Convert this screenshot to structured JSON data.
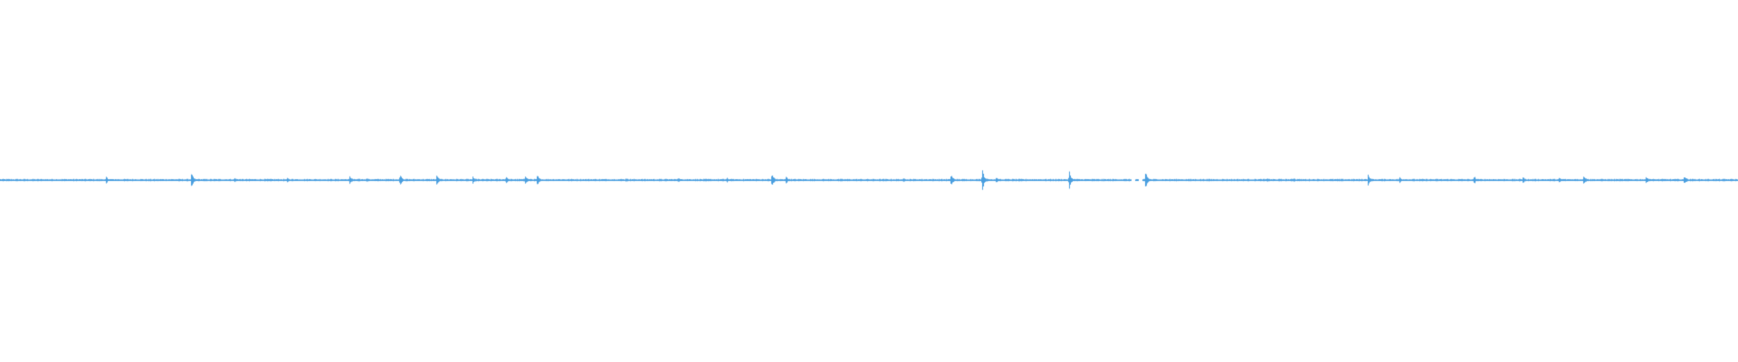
{
  "waveform": {
    "color": "#4a9fe0",
    "background": "#ffffff",
    "baseline_amplitude": 0.005,
    "peaks": [
      {
        "position": 0.061,
        "amplitude": 0.02
      },
      {
        "position": 0.11,
        "amplitude": 0.04
      },
      {
        "position": 0.135,
        "amplitude": 0.015
      },
      {
        "position": 0.165,
        "amplitude": 0.015
      },
      {
        "position": 0.201,
        "amplitude": 0.03
      },
      {
        "position": 0.211,
        "amplitude": 0.015
      },
      {
        "position": 0.23,
        "amplitude": 0.035
      },
      {
        "position": 0.251,
        "amplitude": 0.03
      },
      {
        "position": 0.272,
        "amplitude": 0.025
      },
      {
        "position": 0.291,
        "amplitude": 0.025
      },
      {
        "position": 0.302,
        "amplitude": 0.035
      },
      {
        "position": 0.309,
        "amplitude": 0.03
      },
      {
        "position": 0.36,
        "amplitude": 0.015
      },
      {
        "position": 0.39,
        "amplitude": 0.015
      },
      {
        "position": 0.418,
        "amplitude": 0.015
      },
      {
        "position": 0.444,
        "amplitude": 0.04
      },
      {
        "position": 0.452,
        "amplitude": 0.025
      },
      {
        "position": 0.52,
        "amplitude": 0.015
      },
      {
        "position": 0.547,
        "amplitude": 0.04
      },
      {
        "position": 0.565,
        "amplitude": 0.07
      },
      {
        "position": 0.573,
        "amplitude": 0.02
      },
      {
        "position": 0.615,
        "amplitude": 0.06
      },
      {
        "position": 0.659,
        "amplitude": 0.05
      },
      {
        "position": 0.729,
        "amplitude": 0.015
      },
      {
        "position": 0.744,
        "amplitude": 0.015
      },
      {
        "position": 0.787,
        "amplitude": 0.035
      },
      {
        "position": 0.805,
        "amplitude": 0.02
      },
      {
        "position": 0.848,
        "amplitude": 0.025
      },
      {
        "position": 0.876,
        "amplitude": 0.02
      },
      {
        "position": 0.897,
        "amplitude": 0.015
      },
      {
        "position": 0.911,
        "amplitude": 0.035
      },
      {
        "position": 0.947,
        "amplitude": 0.025
      },
      {
        "position": 0.969,
        "amplitude": 0.03
      }
    ],
    "gaps": [
      {
        "start": 0.651,
        "end": 0.653
      },
      {
        "start": 0.655,
        "end": 0.657
      }
    ]
  }
}
